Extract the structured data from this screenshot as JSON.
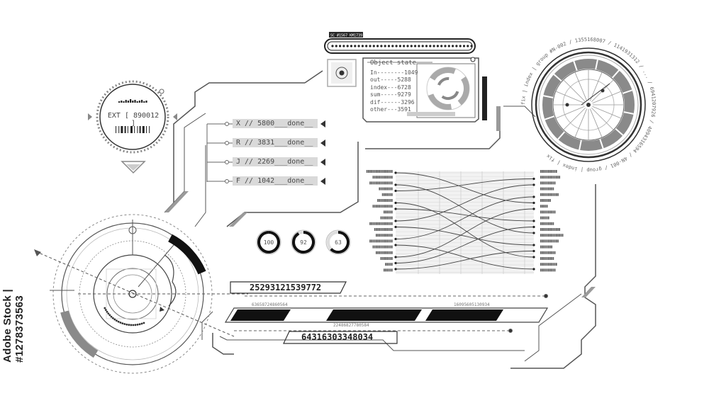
{
  "header": {
    "code": "SC #1567 KM1739"
  },
  "left_dial": {
    "label": "EXT [ 890012 ]"
  },
  "object_panel": {
    "title": "Object state",
    "lines": [
      "In--------1049",
      "out-----5288",
      "index---6728",
      "sum-----9279",
      "dif------3296",
      "other---3591"
    ]
  },
  "tasks": [
    {
      "label": "X // 5800___done__"
    },
    {
      "label": "R // 3831___done__"
    },
    {
      "label": "J // 2269___done__"
    },
    {
      "label": "F // 1042___done__"
    }
  ],
  "gauges": [
    {
      "label": "100",
      "value": 100
    },
    {
      "label": "92",
      "value": 92
    },
    {
      "label": "63",
      "value": 63
    }
  ],
  "big_numbers": {
    "top": "25293121539772",
    "bottom": "64316303348034"
  },
  "small_numbers": {
    "a": "63658724860564",
    "b": "22486827780584",
    "c": "16095605130934"
  },
  "ring_text": "fix | index | group #N-002 / 1355168007 / 1141931312 / ... / 6941207926 / 4094316594 / 4N-001 / group | index | fix",
  "watermark": "Adobe Stock | #1278373563",
  "colors": {
    "ink": "#3a3a3a",
    "panel": "#d9d9d9",
    "dark": "#111111",
    "mid": "#8a8a8a"
  }
}
